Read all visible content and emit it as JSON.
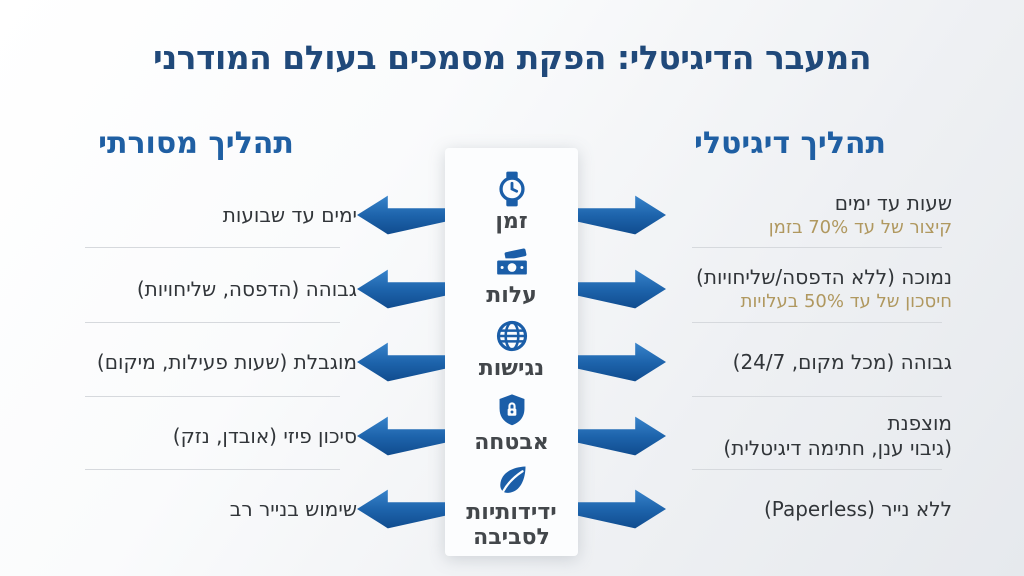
{
  "title": "המעבר הדיגיטלי: הפקת מסמכים בעולם המודרני",
  "columns": {
    "digital": {
      "header": "תהליך דיגיטלי"
    },
    "traditional": {
      "header": "תהליך מסורתי"
    }
  },
  "rows": [
    {
      "category": "זמן",
      "icon": "watch-icon",
      "digital": "שעות עד ימים",
      "digital_note": "קיצור של עד 70% בזמן",
      "traditional": "ימים עד שבועות"
    },
    {
      "category": "עלות",
      "icon": "banknote-icon",
      "digital": "נמוכה (ללא הדפסה/שליחויות)",
      "digital_note": "חיסכון של עד 50% בעלויות",
      "traditional": "גבוהה (הדפסה, שליחויות)"
    },
    {
      "category": "נגישות",
      "icon": "globe-icon",
      "digital": "גבוהה (מכל מקום, 24/7)",
      "traditional": "מוגבלת (שעות פעילות, מיקום)"
    },
    {
      "category": "אבטחה",
      "icon": "shield-lock-icon",
      "digital": "מוצפנת",
      "digital_line2": "(גיבוי ענן, חתימה דיגיטלית)",
      "traditional": "סיכון פיזי (אובדן, נזק)"
    },
    {
      "category": "ידידותיות לסביבה",
      "icon": "leaf-icon",
      "digital": "ללא נייר (Paperless)",
      "traditional": "שימוש בנייר רב"
    }
  ],
  "colors": {
    "title": "#20497a",
    "header_blue": "#1f5fa3",
    "icon_blue": "#1b5ea8",
    "arrow_blue": "#1d63ab",
    "gold": "#b0985f",
    "text_dark": "#313539",
    "label_gray": "#43474b"
  }
}
